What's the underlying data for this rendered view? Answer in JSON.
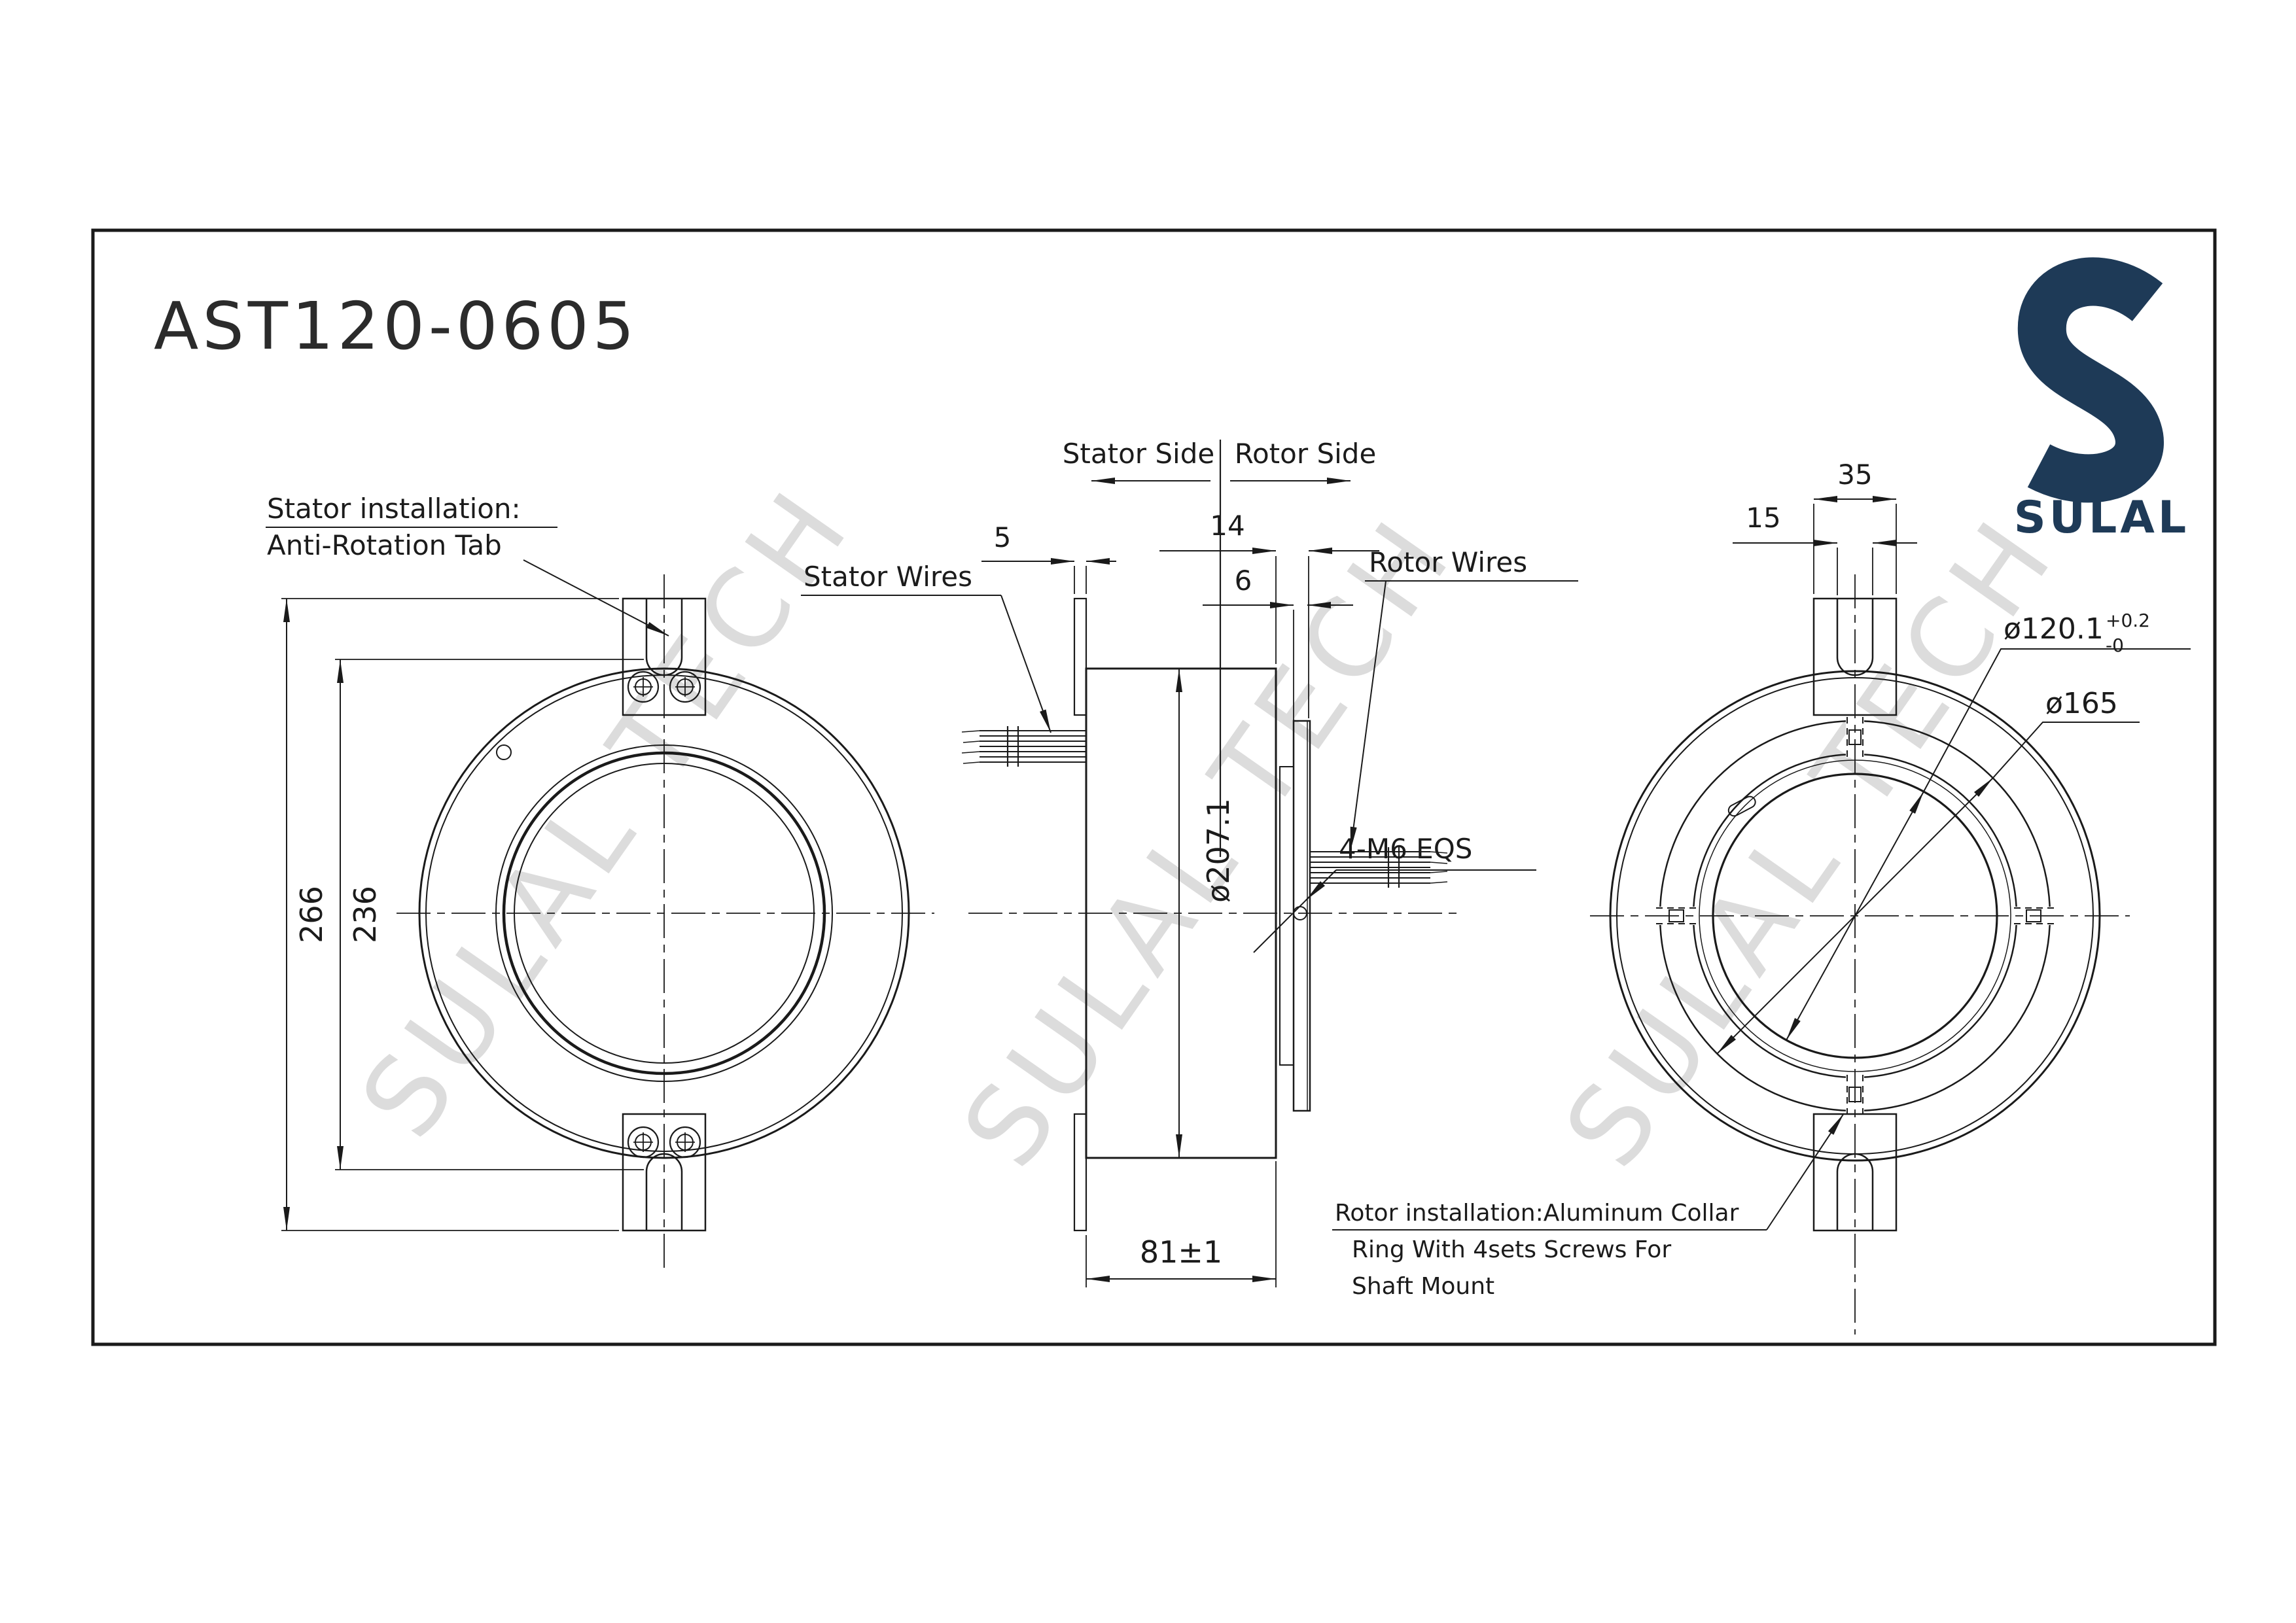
{
  "document": {
    "title": "AST120-0605",
    "watermark": "SULAL TECH"
  },
  "brand": {
    "name": "SULAL"
  },
  "views": {
    "front": {
      "labels": {
        "install_line1": "Stator installation:",
        "install_line2": "Anti-Rotation Tab"
      },
      "dims": {
        "outer": "266",
        "inner": "236"
      }
    },
    "side": {
      "labels": {
        "stator_side": "Stator Side",
        "rotor_side": "Rotor Side",
        "stator_wires": "Stator Wires",
        "rotor_wires": "Rotor Wires",
        "screws": "4-M6 EQS"
      },
      "dims": {
        "tab_thickness": "5",
        "collar_offset": "14",
        "collar_thickness": "6",
        "body_diameter": "ø207.1",
        "body_length": "81±1"
      }
    },
    "rotor": {
      "labels": {
        "install_line1": "Rotor installation:Aluminum Collar",
        "install_line2": "Ring With 4sets Screws For",
        "install_line3": "Shaft Mount"
      },
      "dims": {
        "tab_width": "35",
        "slot_width": "15",
        "bore": "ø120.1",
        "bore_tol_plus": "+0.2",
        "bore_tol_minus": "-0",
        "collar_od": "ø165"
      }
    }
  },
  "colors": {
    "line": "#1a1a1a",
    "brand_navy": "#1e3a57",
    "watermark_gray": "#dcdcdc",
    "background": "#ffffff"
  }
}
